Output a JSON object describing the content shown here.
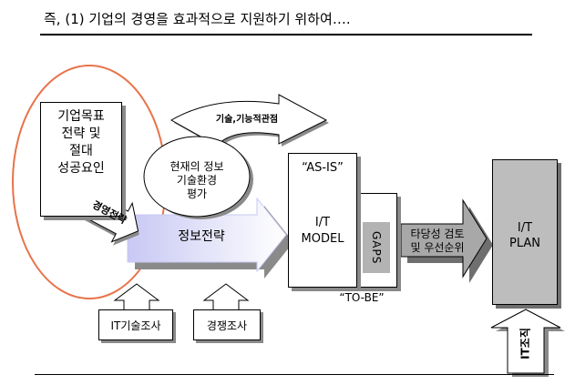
{
  "title": "즉, (1) 기업의 경영을 효과적으로 지원하기 위하여….",
  "nodes": {
    "goals": {
      "lines": [
        "기업목표",
        "전략 및",
        "절대",
        "성공요인"
      ]
    },
    "business_strategy": "경영전략",
    "tech_policy": "기술,기능적관점",
    "env_eval": {
      "lines": [
        "현재의 정보",
        "기술환경",
        "평가"
      ]
    },
    "info_strategy": "정보전략",
    "as_is": "“AS-IS”",
    "it_model": {
      "lines": [
        "I/T",
        "MODEL"
      ]
    },
    "gaps": "GAPS",
    "to_be": "“TO-BE”",
    "feasibility": {
      "lines": [
        "타당성 검토",
        "및 우선순위"
      ]
    },
    "it_plan": {
      "lines": [
        "I/T",
        "PLAN"
      ]
    },
    "it_tech_survey": "IT기술조사",
    "competition_survey": "경쟁조사",
    "it_org": "IT조직"
  },
  "colors": {
    "circle_outline": "#e8734a",
    "info_arrow_start": "#c8c8f4",
    "info_arrow_end": "#ffffff",
    "gray_block": "#bdbdbd",
    "shadow": "#8a8a8a"
  }
}
